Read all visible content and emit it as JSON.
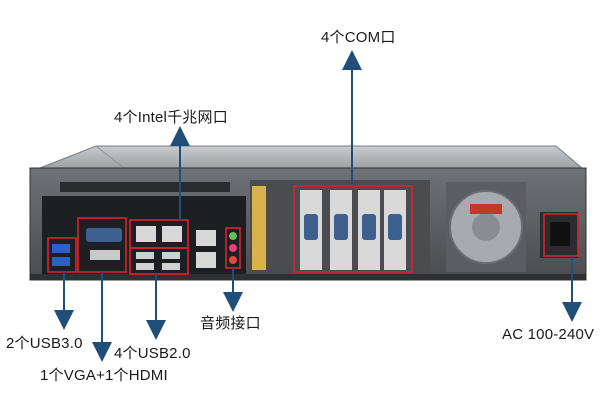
{
  "labels": {
    "com": "4个COM口",
    "lan": "4个Intel千兆网口",
    "usb3": "2个USB3.0",
    "vga_hdmi": "1个VGA+1个HDMI",
    "usb2": "4个USB2.0",
    "audio": "音频接口",
    "power": "AC 100-240V"
  },
  "colors": {
    "arrow": "#1f4e79",
    "highlight": "#d9232d",
    "chassis": "#8a8d91",
    "chassis_dark": "#3b3d40",
    "panel": "#1e1f22"
  },
  "parts": {
    "fan_badge": "",
    "com_port_count": 4,
    "lan_port_count": 4,
    "usb2_port_count": 4,
    "usb3_port_count": 2
  }
}
